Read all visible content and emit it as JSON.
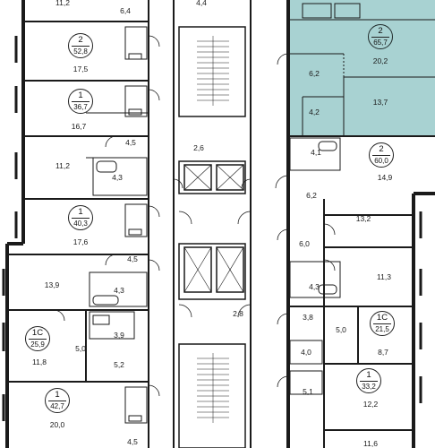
{
  "plan": {
    "highlight_color": "#a8d2d2",
    "wall_color": "#1a1a1a",
    "apartments": [
      {
        "id": "a1",
        "rooms": "2",
        "area": "52,8"
      },
      {
        "id": "a2",
        "rooms": "1",
        "area": "36,7"
      },
      {
        "id": "a3",
        "rooms": "1",
        "area": "40,3"
      },
      {
        "id": "a4",
        "rooms": "1С",
        "area": "25,9"
      },
      {
        "id": "a5",
        "rooms": "1",
        "area": "42,7"
      },
      {
        "id": "a6",
        "rooms": "2",
        "area": "65,7",
        "highlighted": true
      },
      {
        "id": "a7",
        "rooms": "2",
        "area": "60,0"
      },
      {
        "id": "a8",
        "rooms": "1С",
        "area": "21,5"
      },
      {
        "id": "a9",
        "rooms": "1",
        "area": "33,2"
      }
    ],
    "room_areas": [
      "11,2",
      "6,4",
      "4,4",
      "17,5",
      "16,7",
      "4,5",
      "11,2",
      "4,3",
      "17,6",
      "4,5",
      "13,9",
      "4,3",
      "3,9",
      "5,0",
      "11,8",
      "5,2",
      "20,0",
      "4,5",
      "2,6",
      "2,8",
      "20,2",
      "6,2",
      "4,2",
      "13,7",
      "4,1",
      "14,9",
      "6,2",
      "13,2",
      "6,0",
      "11,3",
      "4,3",
      "3,8",
      "5,0",
      "8,7",
      "4,0",
      "12,2",
      "5,1",
      "11,6"
    ]
  }
}
